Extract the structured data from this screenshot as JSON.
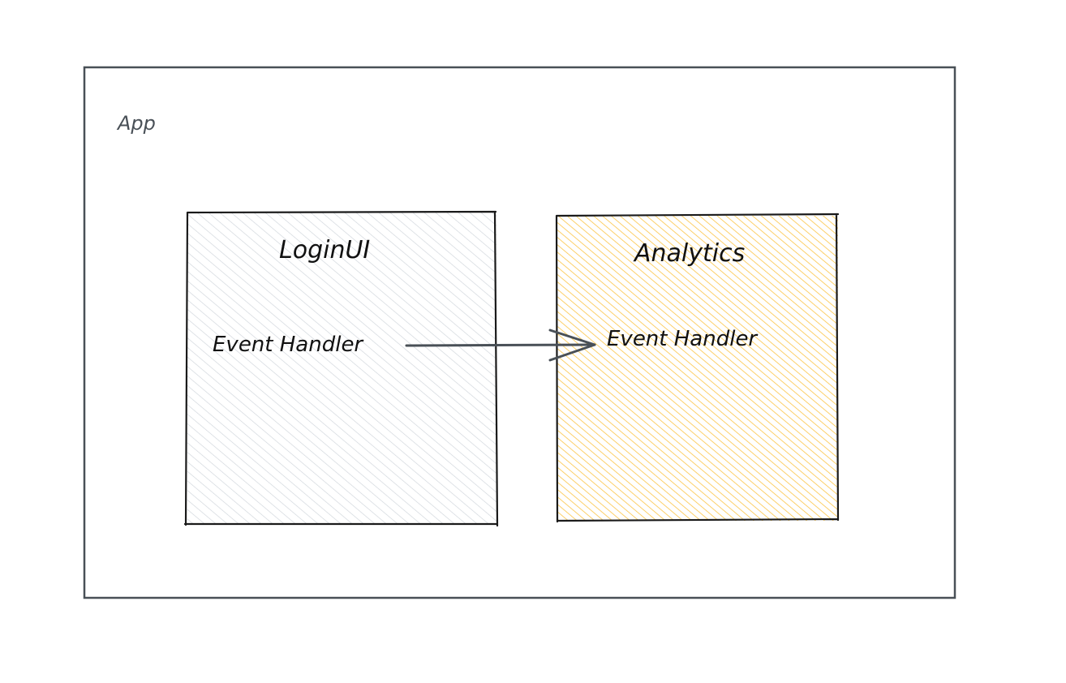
{
  "colors": {
    "container_stroke": "#495057",
    "box_stroke": "#1a1a1a",
    "login_fill_hatch": "#ced4da",
    "analytics_fill_hatch": "#fab005",
    "arrow_stroke": "#495057"
  },
  "container": {
    "label": "App"
  },
  "login_box": {
    "title": "LoginUI",
    "handler": "Event Handler",
    "fill_style": "hachure"
  },
  "analytics_box": {
    "title": "Analytics",
    "handler": "Event Handler",
    "fill_style": "hachure"
  },
  "edges": [
    {
      "from": "login_box.handler",
      "to": "analytics_box.handler",
      "style": "arrow"
    }
  ]
}
